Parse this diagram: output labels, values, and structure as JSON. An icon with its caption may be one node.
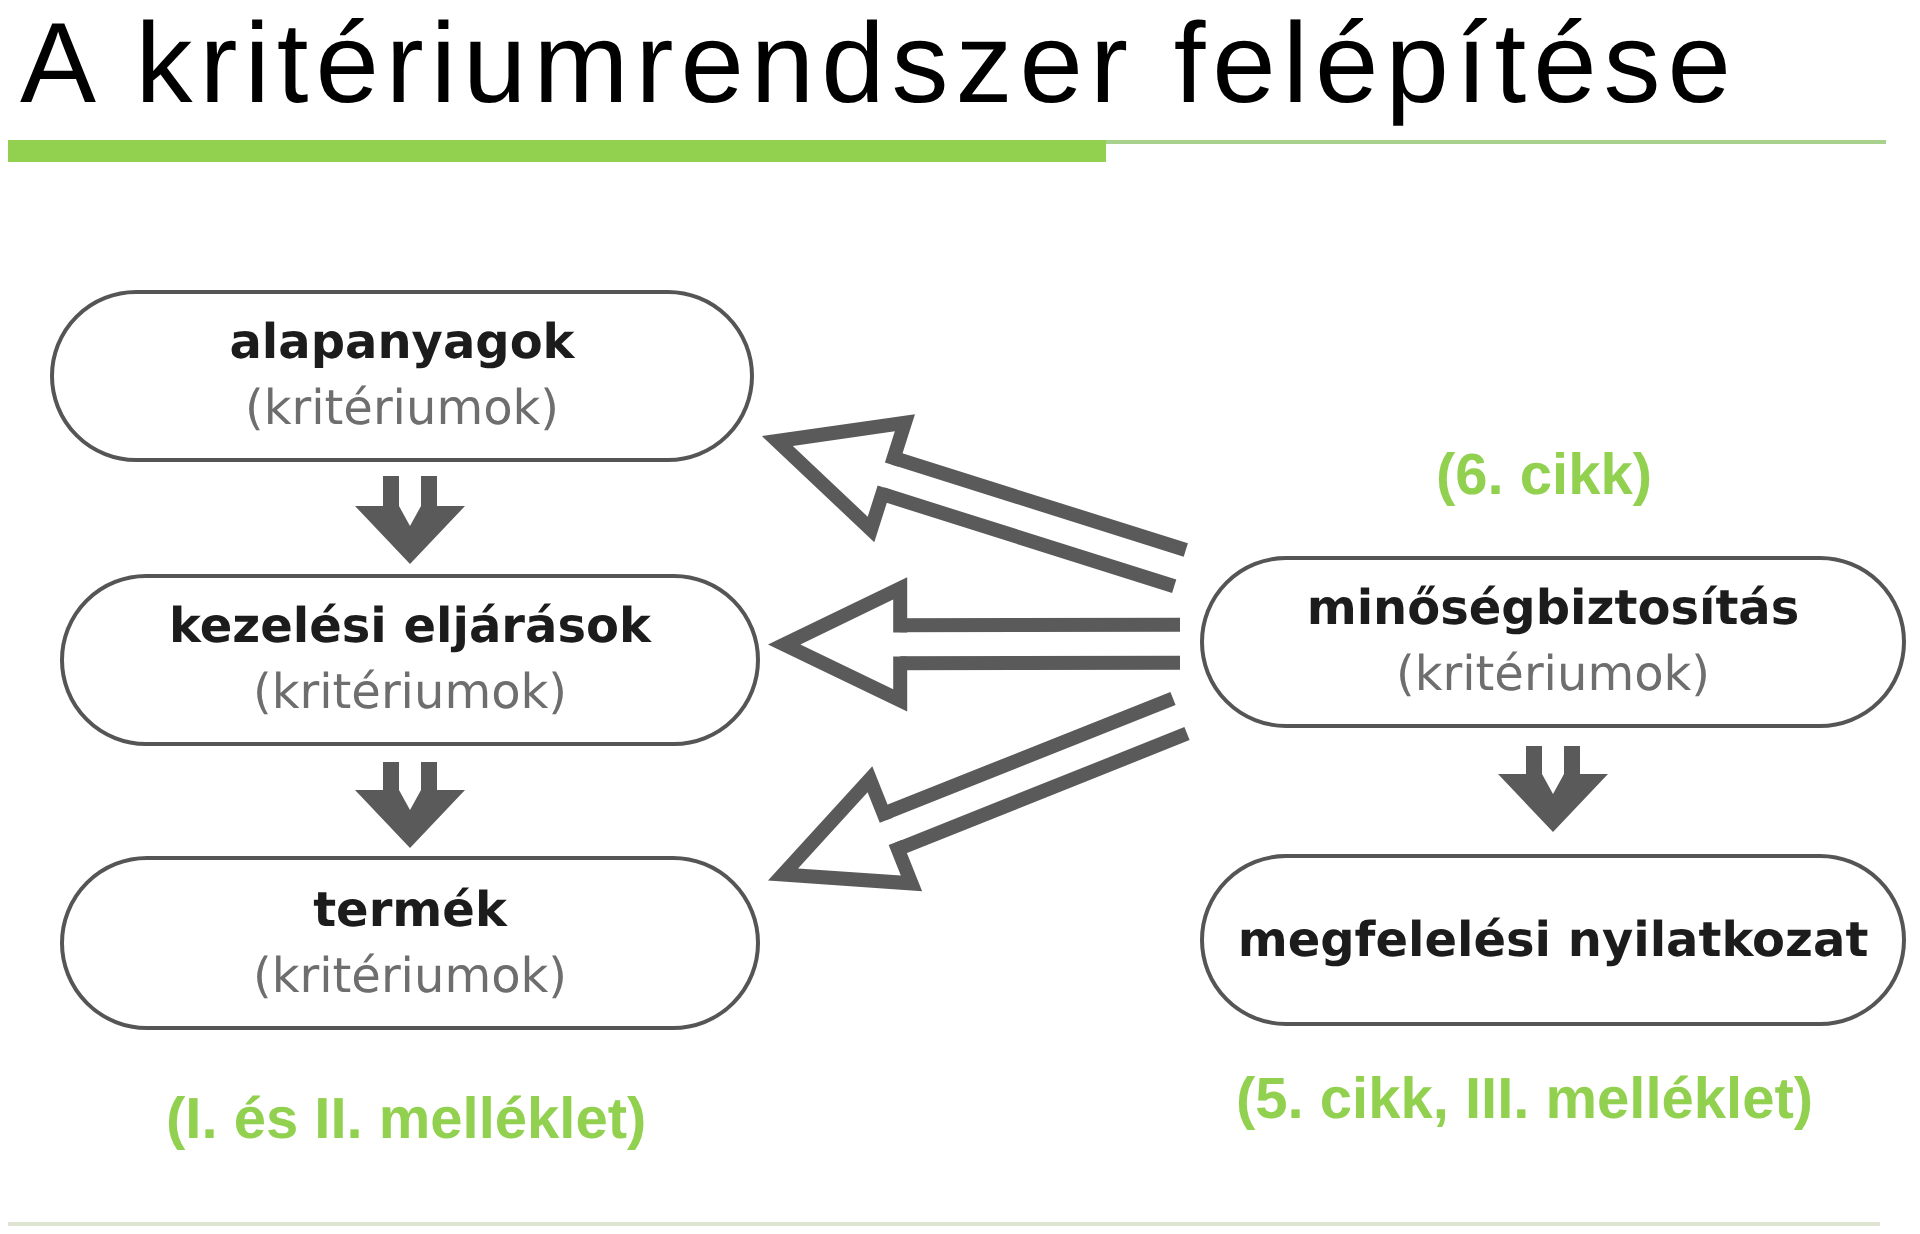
{
  "diagram": {
    "title": "A kritériumrendszer felépítése",
    "nodes": [
      {
        "text": [
          "alapanyagok",
          "(kritériumok)"
        ]
      },
      {
        "text": [
          "kezelési eljárások",
          "(kritériumok)"
        ]
      },
      {
        "text": [
          "termék",
          "(kritériumok)"
        ]
      },
      {
        "text": [
          "minőségbiztosítás",
          "(kritériumok)"
        ],
        "beside": [
          "(6. cikk)"
        ]
      },
      {
        "text": [
          "megfelelési nyilatkozat"
        ],
        "beside": [
          "(5. cikk, III. melléklet)"
        ]
      }
    ],
    "edges": [
      {
        "from": 0,
        "to": 1,
        "arrow": "to"
      },
      {
        "from": 1,
        "to": 2,
        "arrow": "to"
      },
      {
        "from": 3,
        "to": 0,
        "arrow": "to"
      },
      {
        "from": 3,
        "to": 1,
        "arrow": "to"
      },
      {
        "from": 3,
        "to": 2,
        "arrow": "to"
      },
      {
        "from": 3,
        "to": 4,
        "arrow": "to"
      }
    ],
    "labels": [
      "(I. és II. melléklet)"
    ]
  }
}
